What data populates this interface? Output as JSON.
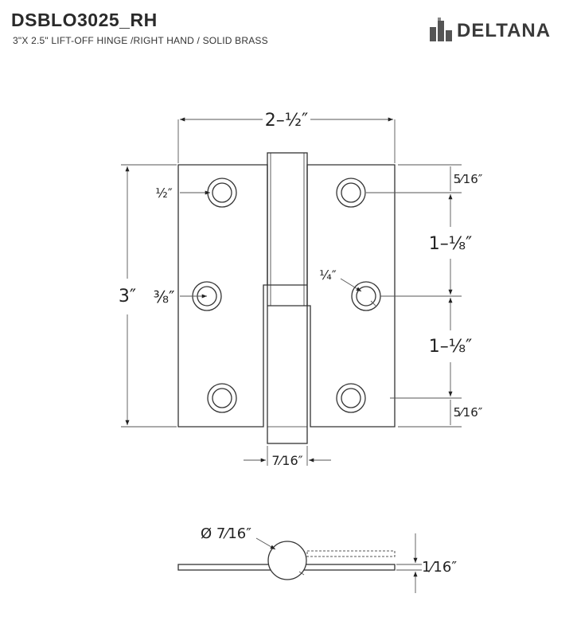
{
  "header": {
    "model": "DSBLO3025_RH",
    "description": "3\"X 2.5\" LIFT-OFF HINGE /RIGHT HAND / SOLID BRASS"
  },
  "brand": {
    "name": "DELTANA"
  },
  "dimensions": {
    "overall_width": "2–½″",
    "overall_height": "3″",
    "hole_offset": "½″",
    "screw_hole": "⅜″",
    "top_margin": "5⁄16″",
    "hole_spacing_upper": "1–⅛″",
    "hole_spacing_lower": "1–⅛″",
    "bottom_margin": "5⁄16″",
    "countersink": "¼″",
    "knuckle_width": "7⁄16″",
    "barrel_diameter": "Ø 7⁄16″",
    "leaf_thickness": "1⁄16″"
  },
  "colors": {
    "line": "#333333",
    "dim_line": "#777777"
  }
}
